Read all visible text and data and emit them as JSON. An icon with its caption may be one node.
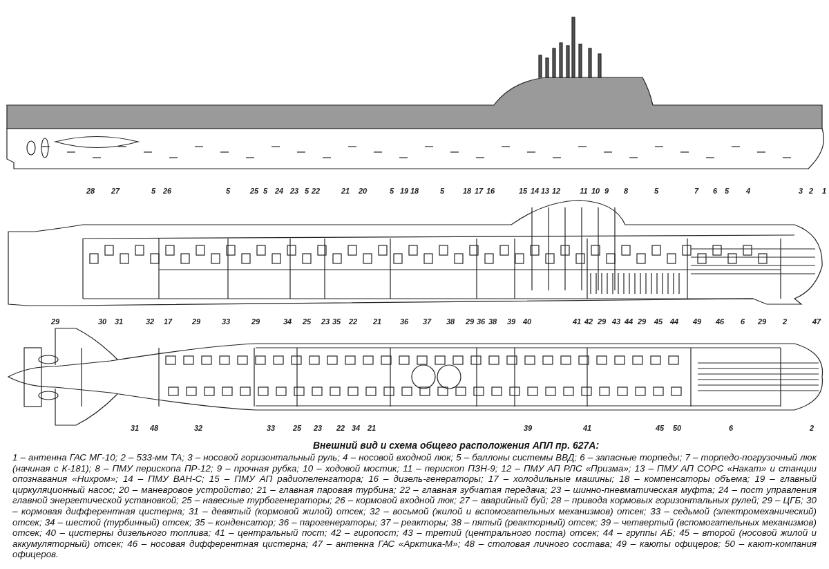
{
  "diagram": {
    "title": "Внешний вид и схема общего расположения АПЛ пр. 627А:",
    "caption": "1 – антенна ГАС МГ-10; 2 – 533-мм ТА; 3 – носовой горизонтальный руль; 4 – носовой входной люк; 5 – баллоны системы ВВД; 6 – запасные торпеды; 7 – торпедо-погрузочный люк (начиная с К-181); 8 – ПМУ перископа ПР-12; 9 – прочная рубка; 10 – ходовой мостик; 11 – перископ ПЗН-9; 12 – ПМУ АП РЛС «Призма»; 13 – ПМУ АП СОРС «Накат» и станции опознавания «Нихром»; 14 – ПМУ ВАН-С; 15 – ПМУ АП радиопеленгатора; 16 – дизель-генераторы; 17 – холодильные машины; 18 – компенсаторы объема; 19 – главный циркуляционный насос; 20 – маневровое устройство; 21 – главная паровая турбина; 22 – главная зубчатая передача; 23 – шинно-пневматическая муфта; 24 – пост управления главной энергетической установкой; 25 – навесные турбогенераторы; 26 – кормовой входной люк; 27 – аварийный буй; 28 – привода кормовых горизонтальных рулей; 29 – ЦГБ; 30 – кормовая дифферентная цистерна; 31 – девятый (кормовой жилой) отсек; 32 – восьмой (жилой и вспомогательных механизмов) отсек; 33 – седьмой (электромеханический) отсек; 34 – шестой (турбинный) отсек; 35 – конденсатор; 36 – парогенераторы; 37 – реакторы; 38 – пятый (реакторный) отсек; 39 – четвертый (вспомогательных механизмов) отсек; 40 – цистерны дизельного топлива; 41 – центральный пост; 42 – гиропост; 43 – третий (центрального поста) отсек; 44 – группы АБ; 45 – второй (носовой жилой и аккумуляторный) отсек; 46 – носовая дифферентная цистерна; 47 – антенна ГАС «Арктика-М»; 48 – столовая личного состава; 49 – каюты офицеров; 50 – кают-компания офицеров.",
    "labels": [
      "28",
      "27",
      "5",
      "26",
      "5",
      "25",
      "5",
      "24",
      "23",
      "5",
      "22",
      "21",
      "20",
      "5",
      "19",
      "18",
      "5",
      "18",
      "17",
      "16",
      "15",
      "14",
      "13",
      "12",
      "11",
      "10",
      "9",
      "8",
      "5",
      "7",
      "6",
      "5",
      "4",
      "3",
      "2",
      "1",
      "29",
      "30",
      "31",
      "32",
      "17",
      "29",
      "33",
      "29",
      "34",
      "25",
      "23",
      "35",
      "22",
      "21",
      "36",
      "37",
      "38",
      "29",
      "36",
      "38",
      "39",
      "40",
      "41",
      "42",
      "29",
      "43",
      "44",
      "29",
      "45",
      "44",
      "49",
      "46",
      "6",
      "29",
      "2",
      "47",
      "31",
      "48",
      "32",
      "33",
      "25",
      "23",
      "22",
      "34",
      "21",
      "39",
      "41",
      "45",
      "50",
      "6",
      "2"
    ]
  }
}
